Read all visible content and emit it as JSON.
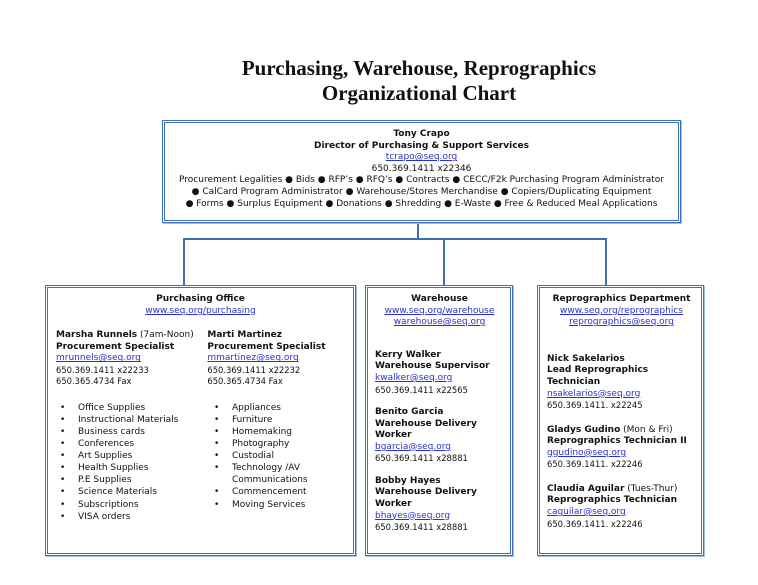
{
  "title": {
    "line1": "Purchasing, Warehouse, Reprographics",
    "line2": "Organizational Chart"
  },
  "director": {
    "name": "Tony Crapo",
    "role": "Director of Purchasing & Support Services",
    "email": "tcrapo@seq.org",
    "phone": "650.369.1411  x22346",
    "duties_line1": "Procurement Legalities ● Bids ● RFP’s ● RFQ’s ● Contracts ● CECC/F2k Purchasing Program Administrator",
    "duties_line2": "● CalCard Program Administrator ● Warehouse/Stores Merchandise ● Copiers/Duplicating Equipment",
    "duties_line3": "● Forms ● Surplus Equipment ● Donations ● Shredding ● E-Waste ● Free & Reduced Meal Applications"
  },
  "purchasing": {
    "title": "Purchasing Office",
    "url": "www.seq.org/purchasing",
    "people": [
      {
        "name": "Marsha Runnels",
        "note": " (7am-Noon)",
        "role": "Procurement Specialist",
        "email": "mrunnels@seq.org",
        "phone": "650.369.1411 x22233",
        "fax": "650.365.4734  Fax"
      },
      {
        "name": "Marti Martinez",
        "note": "",
        "role": "Procurement Specialist",
        "email": "mmartinez@seq.org",
        "phone": "650.369.1411  x22232",
        "fax": "650.365.4734  Fax"
      }
    ],
    "list_left": [
      "Office Supplies",
      "Instructional Materials",
      "Business cards",
      "Conferences",
      "Art Supplies",
      "Health Supplies",
      "P.E Supplies",
      "Science Materials",
      "Subscriptions",
      "VISA orders"
    ],
    "list_right": [
      "Appliances",
      "Furniture",
      "Homemaking",
      "Photography",
      "Custodial",
      "Technology /AV Communications",
      "Commencement",
      "Moving Services"
    ]
  },
  "warehouse": {
    "title": "Warehouse",
    "url": "www.seq.org/warehouse",
    "email": "warehouse@seq.org",
    "people": [
      {
        "name": "Kerry Walker",
        "role": "Warehouse Supervisor",
        "email": "kwalker@seq.org",
        "phone": "650.369.1411  x22565"
      },
      {
        "name": "Benito Garcia",
        "role": "Warehouse Delivery Worker",
        "email": "bgarcia@seq.org",
        "phone": "650.369.1411 x28881"
      },
      {
        "name": "Bobby Hayes",
        "role": "Warehouse Delivery Worker",
        "email": "bhayes@seq.org",
        "phone": "650.369.1411 x28881"
      }
    ]
  },
  "reprographics": {
    "title": "Reprographics Department",
    "url": "www.seq.org/reprographics",
    "email": "reprographics@seq.org",
    "people": [
      {
        "name": "Nick Sakelarios",
        "note": "",
        "role": "Lead Reprographics Technician",
        "email": "nsakelarios@seq.org",
        "phone": "650.369.1411. x22245"
      },
      {
        "name": "Gladys Gudino",
        "note": " (Mon & Fri)",
        "role": "Reprographics Technician II",
        "email": "ggudino@seq.org",
        "phone": "650.369.1411. x22246"
      },
      {
        "name": "Claudia Aguilar",
        "note": " (Tues-Thur)",
        "role": "Reprographics Technician",
        "email": "caguilar@seq.org",
        "phone": "650.369.1411. x22246"
      }
    ]
  }
}
